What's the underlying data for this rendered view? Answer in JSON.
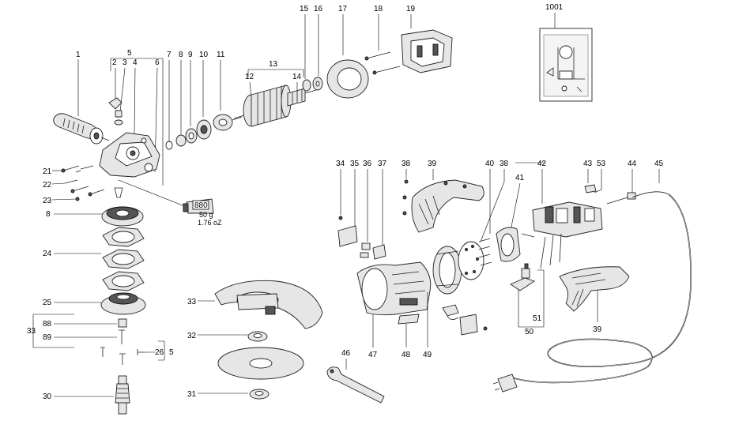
{
  "labels": {
    "l1": "1",
    "l5top": "5",
    "l2": "2",
    "l3": "3",
    "l4": "4",
    "l6": "6",
    "l7": "7",
    "l8a": "8",
    "l9": "9",
    "l10": "10",
    "l11": "11",
    "l13": "13",
    "l12": "12",
    "l14": "14",
    "l15": "15",
    "l16": "16",
    "l17": "17",
    "l18": "18",
    "l19": "19",
    "l1001": "1001",
    "l21": "21",
    "l22": "22",
    "l23": "23",
    "l8b": "8",
    "l24": "24",
    "l25": "25",
    "l88": "88",
    "l89": "89",
    "l33left": "33",
    "l26": "26",
    "l5b": "5",
    "l30": "30",
    "l33guard": "33",
    "l32": "32",
    "l31": "31",
    "l46": "46",
    "l34": "34",
    "l35": "35",
    "l36": "36",
    "l37": "37",
    "l38a": "38",
    "l39a": "39",
    "l40": "40",
    "l38b": "38",
    "l41": "41",
    "l42": "42",
    "l43": "43",
    "l53": "53",
    "l44": "44",
    "l45": "45",
    "l47": "47",
    "l48": "48",
    "l49": "49",
    "l50": "50",
    "l51": "51",
    "l39b": "39"
  },
  "grease": {
    "tube_label": "880",
    "weight_g": "50 g",
    "weight_oz": "1.76 oZ"
  }
}
